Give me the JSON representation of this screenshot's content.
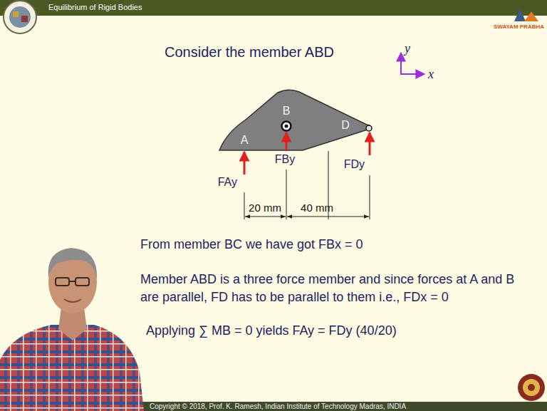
{
  "diagram": {
    "title": "Consider the member ABD",
    "nodes": [
      {
        "text": [
          "A",
          "B",
          "D"
        ]
      }
    ],
    "labels": [
      "Equilibrium of Rigid Bodies",
      "SWAYAM PRABHA",
      "y",
      "x",
      "FAy",
      "FBy",
      "FDy",
      "20 mm",
      "40 mm",
      "From member BC we have got FBx = 0",
      "Member ABD is a three force member and since forces at A and B are parallel, FD has to be parallel to them i.e., FDx = 0",
      "Applying ∑ MB = 0 yields FAy = FDy (40/20)",
      "Copyright © 2018, Prof. K. Ramesh, Indian Institute of Technology Madras, INDIA"
    ]
  }
}
